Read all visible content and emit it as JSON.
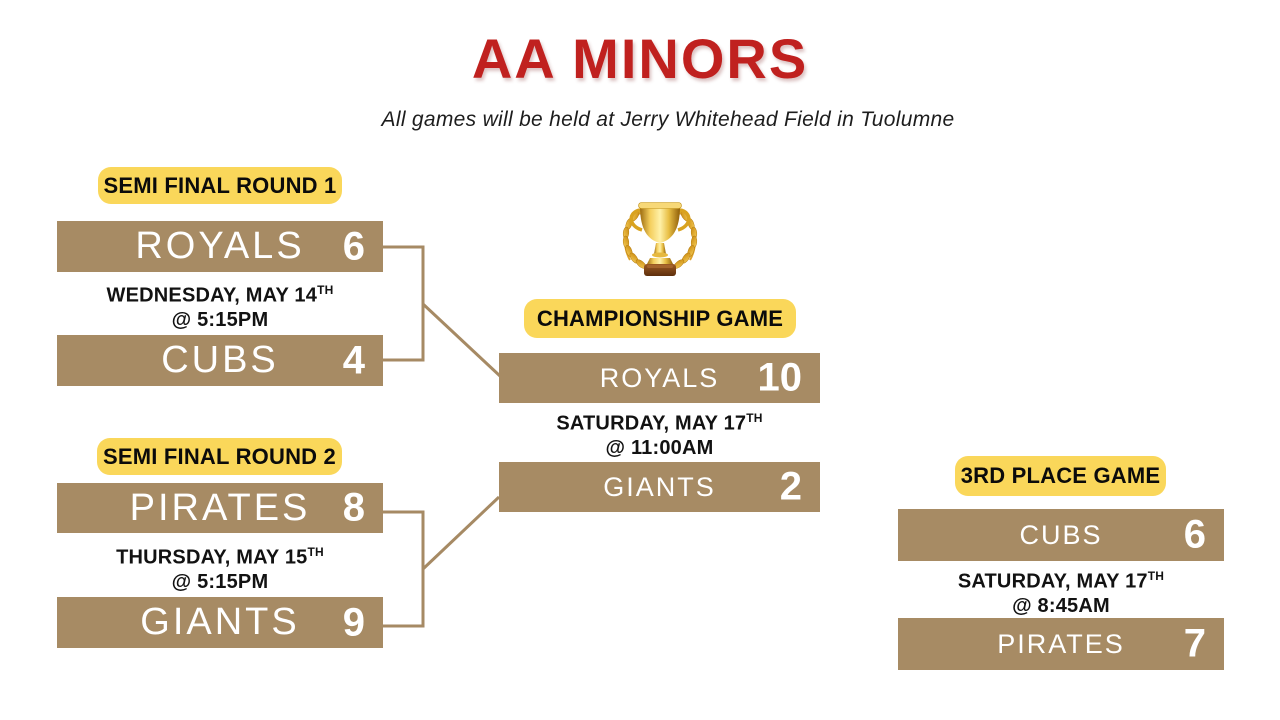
{
  "page": {
    "title": "AA MINORS",
    "subtitle": "All games will be held at Jerry Whitehead Field in Tuolumne"
  },
  "colors": {
    "title_red": "#C0211F",
    "bar_tan": "#A78B64",
    "badge_yellow": "#FAD75A",
    "connector_tan": "#A68A64",
    "text_black": "#121212",
    "bar_text_white": "#FFFFFF"
  },
  "icons": {
    "trophy": "gold-trophy-with-laurel-wreath"
  },
  "matches": [
    {
      "label": "SEMI FINAL ROUND 1",
      "schedule": {
        "day": "WEDNESDAY, MAY 14",
        "day_suffix": "TH",
        "time": "@ 5:15PM"
      },
      "teams": [
        {
          "name": "ROYALS",
          "score": "6"
        },
        {
          "name": "CUBS",
          "score": "4"
        }
      ]
    },
    {
      "label": "SEMI FINAL ROUND 2",
      "schedule": {
        "day": "THURSDAY, MAY 15",
        "day_suffix": "TH",
        "time": "@ 5:15PM"
      },
      "teams": [
        {
          "name": "PIRATES",
          "score": "8"
        },
        {
          "name": "GIANTS",
          "score": "9"
        }
      ]
    },
    {
      "label": "CHAMPIONSHIP GAME",
      "schedule": {
        "day": "SATURDAY, MAY 17",
        "day_suffix": "TH",
        "time": "@ 11:00AM"
      },
      "teams": [
        {
          "name": "ROYALS",
          "score": "10"
        },
        {
          "name": "GIANTS",
          "score": "2"
        }
      ]
    },
    {
      "label": "3RD PLACE GAME",
      "schedule": {
        "day": "SATURDAY, MAY 17",
        "day_suffix": "TH",
        "time": "@ 8:45AM"
      },
      "teams": [
        {
          "name": "CUBS",
          "score": "6"
        },
        {
          "name": "PIRATES",
          "score": "7"
        }
      ]
    }
  ]
}
